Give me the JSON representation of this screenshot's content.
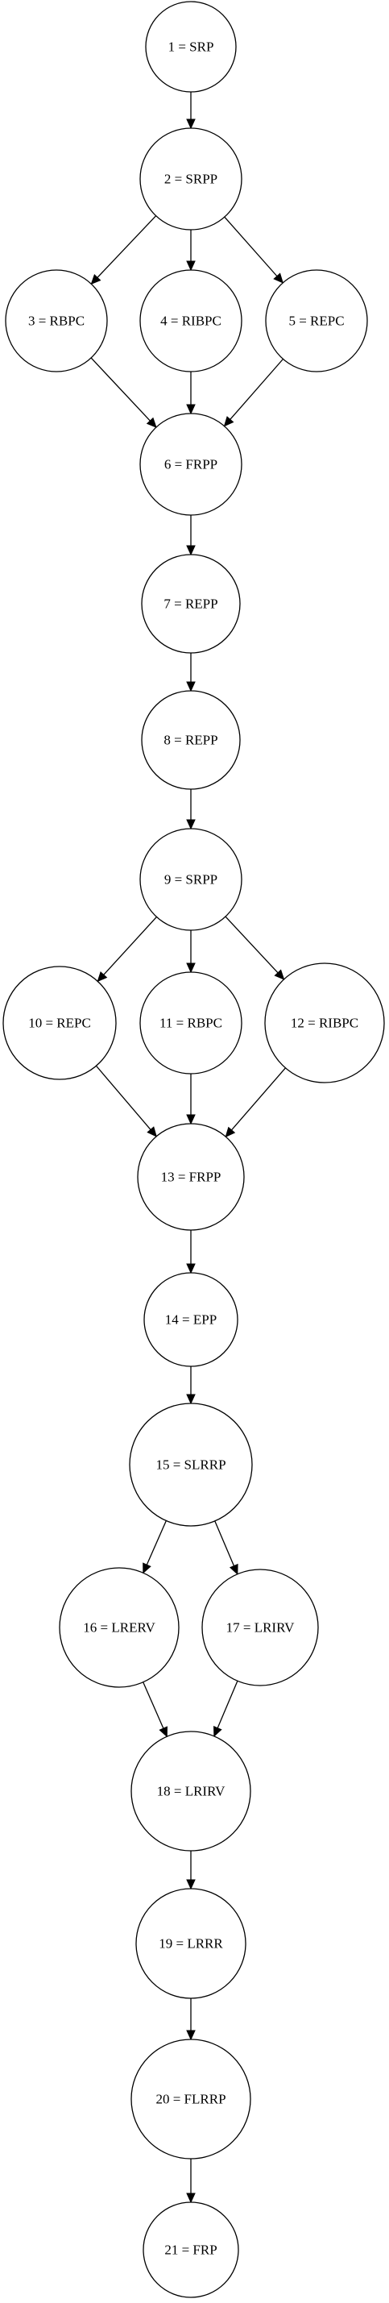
{
  "nodes": [
    {
      "id": 1,
      "label": "1 = SRP"
    },
    {
      "id": 2,
      "label": "2 = SRPP"
    },
    {
      "id": 3,
      "label": "3 = RBPC"
    },
    {
      "id": 4,
      "label": "4 = RIBPC"
    },
    {
      "id": 5,
      "label": "5 = REPC"
    },
    {
      "id": 6,
      "label": "6 = FRPP"
    },
    {
      "id": 7,
      "label": "7 = REPP"
    },
    {
      "id": 8,
      "label": "8 = REPP"
    },
    {
      "id": 9,
      "label": "9 = SRPP"
    },
    {
      "id": 10,
      "label": "10 = REPC"
    },
    {
      "id": 11,
      "label": "11 = RBPC"
    },
    {
      "id": 12,
      "label": "12 = RIBPC"
    },
    {
      "id": 13,
      "label": "13 = FRPP"
    },
    {
      "id": 14,
      "label": "14 = EPP"
    },
    {
      "id": 15,
      "label": "15 = SLRRP"
    },
    {
      "id": 16,
      "label": "16 = LRERV"
    },
    {
      "id": 17,
      "label": "17 = LRIRV"
    },
    {
      "id": 18,
      "label": "18 = LRIRV"
    },
    {
      "id": 19,
      "label": "19 = LRRR"
    },
    {
      "id": 20,
      "label": "20 = FLRRP"
    },
    {
      "id": 21,
      "label": "21 = FRP"
    }
  ],
  "edges": [
    [
      1,
      2
    ],
    [
      2,
      3
    ],
    [
      2,
      4
    ],
    [
      2,
      5
    ],
    [
      3,
      6
    ],
    [
      4,
      6
    ],
    [
      5,
      6
    ],
    [
      6,
      7
    ],
    [
      7,
      8
    ],
    [
      8,
      9
    ],
    [
      9,
      10
    ],
    [
      9,
      11
    ],
    [
      9,
      12
    ],
    [
      10,
      13
    ],
    [
      11,
      13
    ],
    [
      12,
      13
    ],
    [
      13,
      14
    ],
    [
      14,
      15
    ],
    [
      15,
      16
    ],
    [
      15,
      17
    ],
    [
      16,
      18
    ],
    [
      17,
      18
    ],
    [
      18,
      19
    ],
    [
      19,
      20
    ],
    [
      20,
      21
    ]
  ]
}
